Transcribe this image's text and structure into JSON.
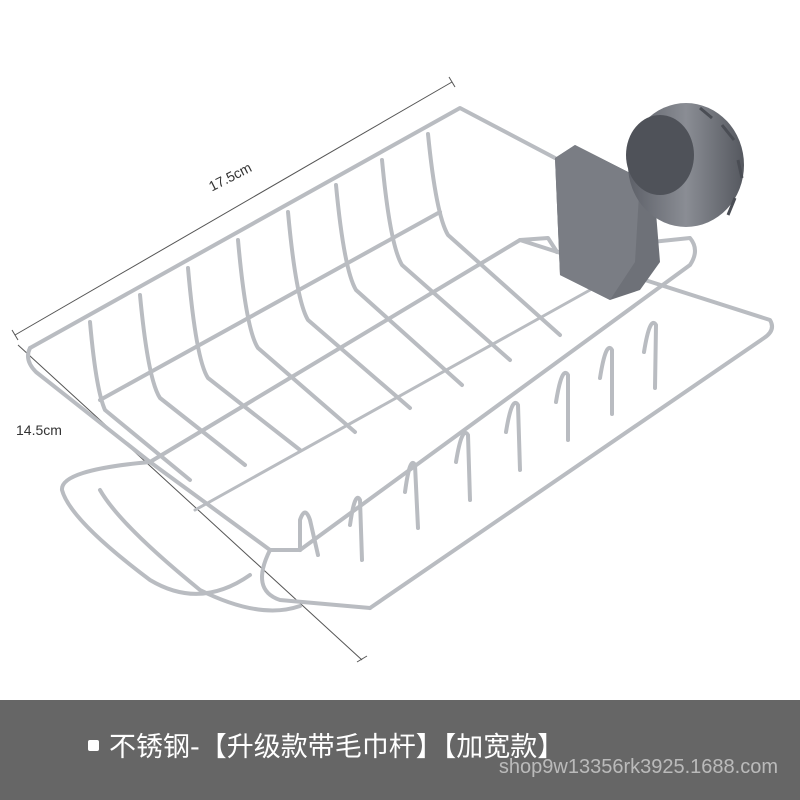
{
  "dimensions": {
    "width_label": "17.5cm",
    "height_label": "14.5cm"
  },
  "caption": {
    "text": "不锈钢-【升级款带毛巾杆】【加宽款】"
  },
  "watermark": {
    "text": "shop9w13356rk3925.1688.com"
  },
  "colors": {
    "caption_bar": "#666666",
    "clamp": "#6e7178",
    "wire": "#b9bcc1"
  }
}
